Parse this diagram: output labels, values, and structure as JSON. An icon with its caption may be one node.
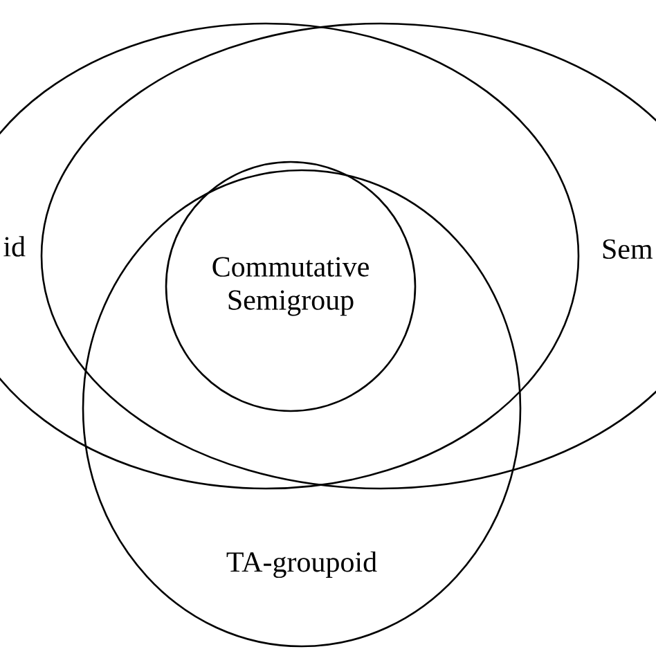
{
  "diagram": {
    "nodes": [
      {
        "text": [
          "id"
        ]
      },
      {
        "text": [
          "Sem"
        ]
      },
      {
        "text": [
          "TA-groupoid"
        ]
      },
      {
        "text": [
          "Commutative Semigroup"
        ]
      }
    ]
  }
}
